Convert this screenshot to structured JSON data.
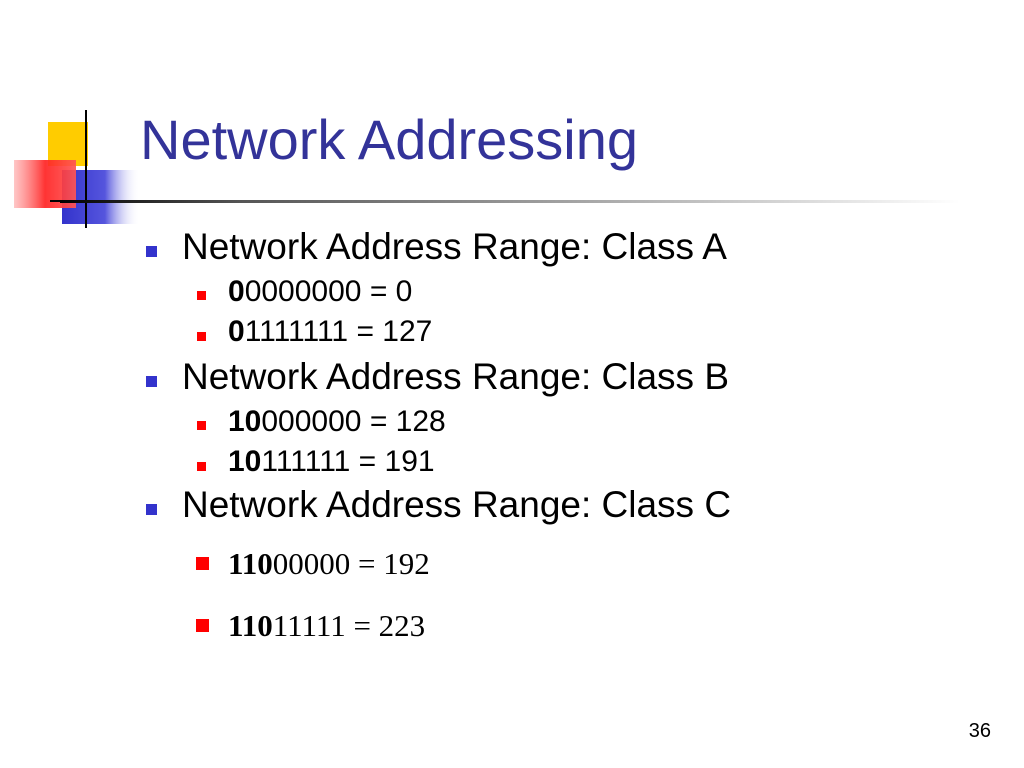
{
  "slide": {
    "title": "Network Addressing",
    "page_number": "36",
    "colors": {
      "title": "#333399",
      "bullet_l1": "#3333cc",
      "bullet_l2": "#ff0000",
      "square_yellow": "#ffcc00",
      "square_blue": "#3333cc",
      "square_red": "#ff3333"
    },
    "groups": [
      {
        "label": "Network Address Range: Class A",
        "items": [
          {
            "bold": "0",
            "rest": "0000000 = 0"
          },
          {
            "bold": "0",
            "rest": "1111111 = 127"
          }
        ]
      },
      {
        "label": "Network Address Range: Class B",
        "items": [
          {
            "bold": "10",
            "rest": "000000 = 128"
          },
          {
            "bold": "10",
            "rest": "111111 = 191"
          }
        ]
      },
      {
        "label": "Network Address Range: Class C",
        "items": [
          {
            "bold": "110",
            "rest": "00000 = 192"
          },
          {
            "bold": "110",
            "rest": "11111 = 223"
          }
        ]
      }
    ]
  }
}
